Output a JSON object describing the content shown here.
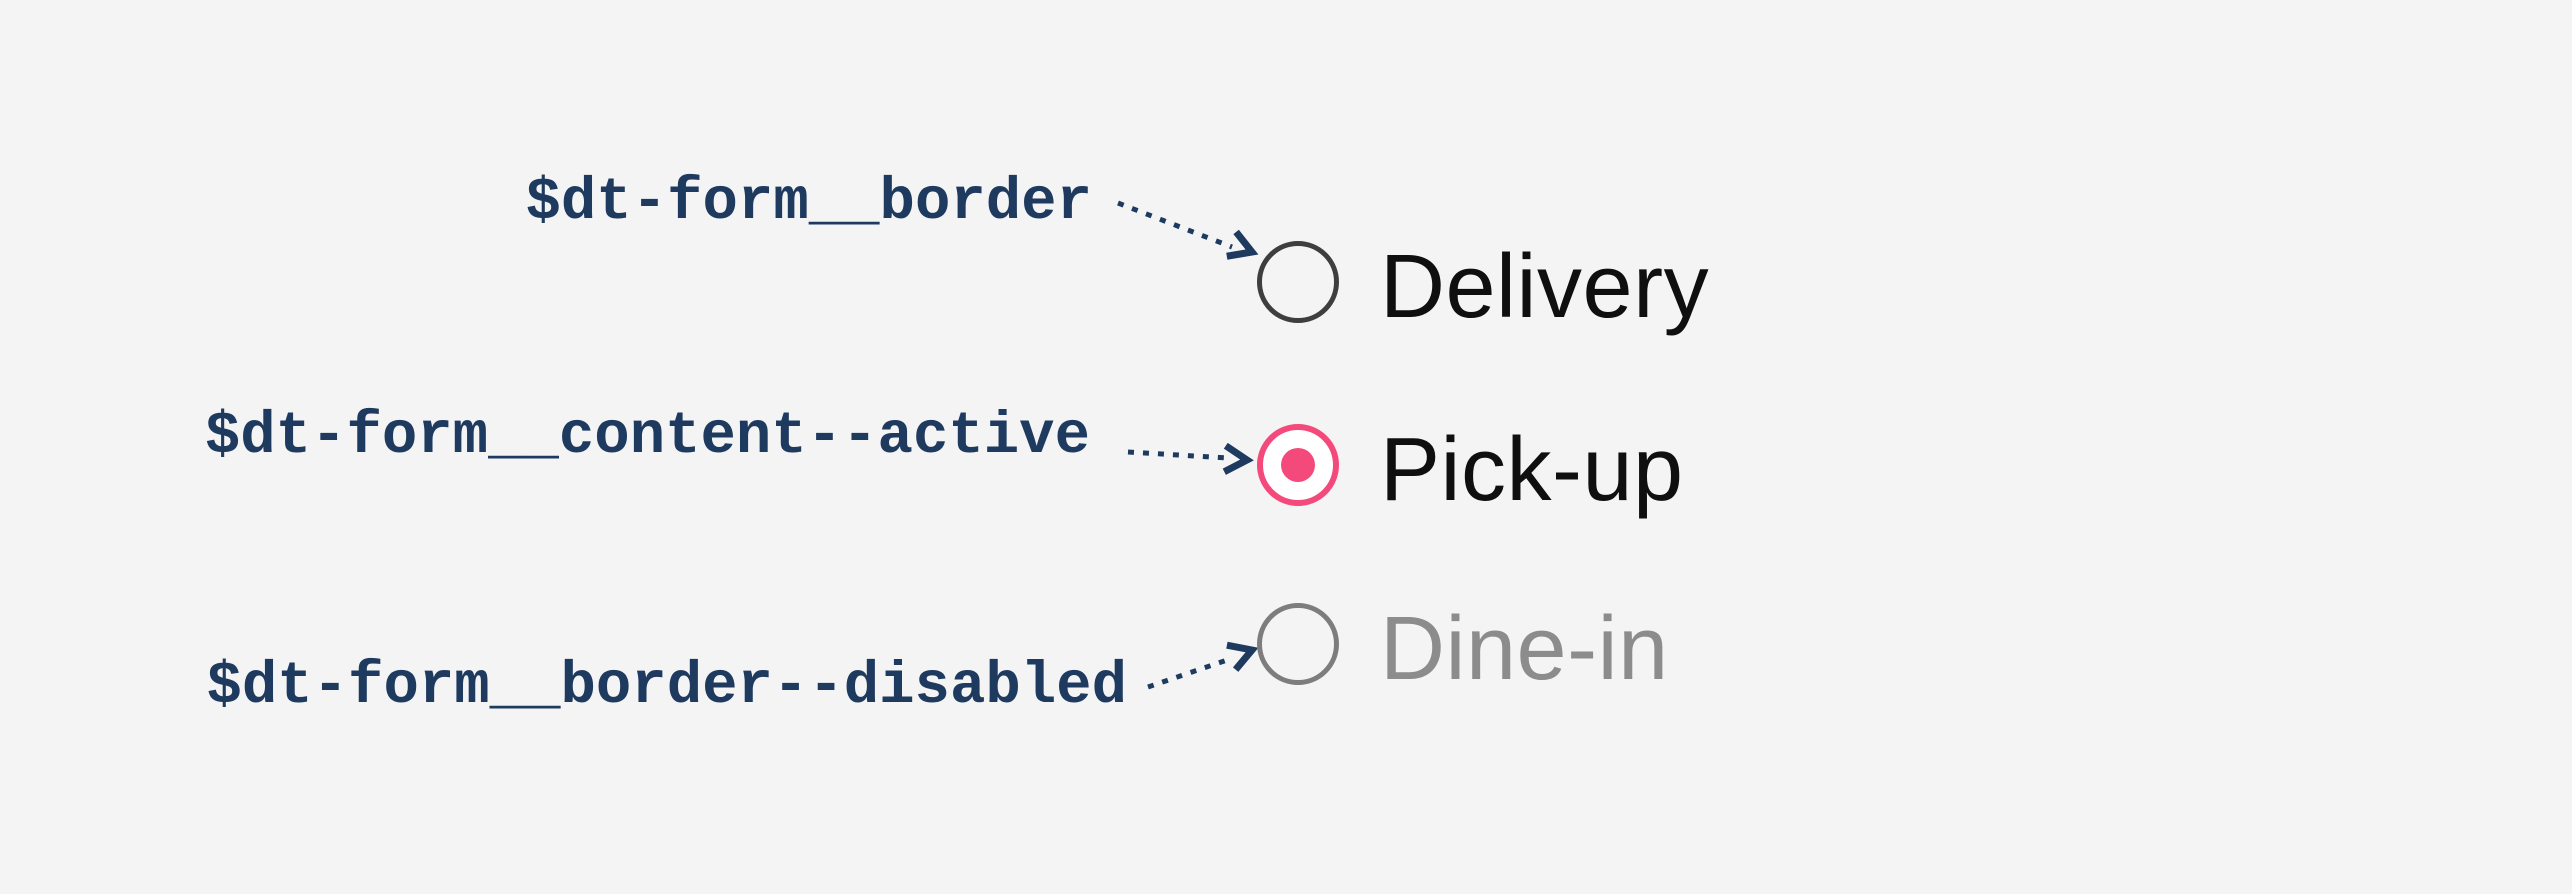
{
  "figure": {
    "description_role": "radio-button component states annotated with design tokens"
  },
  "colors": {
    "background": "#f4f4f5",
    "annotation_navy": "#1e3a5f",
    "active_pink": "#f4497b",
    "radio_border": "#3e3e3e",
    "radio_border_disabled": "#7d7d7d",
    "radio_active_bg": "#ffffff",
    "option_text": "#0f0f0f",
    "option_text_disabled": "#8c8c8c"
  },
  "rows": [
    {
      "token": "$dt-form__border",
      "option": "Delivery",
      "state": "default",
      "selected": false,
      "disabled": false,
      "arrow_direction": "down-right"
    },
    {
      "token": "$dt-form__content--active",
      "option": "Pick-up",
      "state": "active",
      "selected": true,
      "disabled": false,
      "arrow_direction": "right"
    },
    {
      "token": "$dt-form__border--disabled",
      "option": "Dine-in",
      "state": "disabled",
      "selected": false,
      "disabled": true,
      "arrow_direction": "up-right"
    }
  ]
}
